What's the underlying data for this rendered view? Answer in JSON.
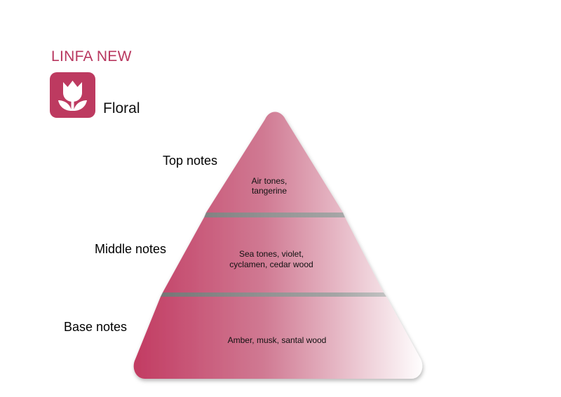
{
  "brand": {
    "name": "LINFA NEW"
  },
  "category": {
    "label": "Floral",
    "icon": "tulip-icon"
  },
  "tiers": {
    "top": {
      "label": "Top notes",
      "notes": [
        "Air tones,",
        "tangerine"
      ]
    },
    "middle": {
      "label": "Middle notes",
      "notes": [
        "Sea tones, violet,",
        "cyclamen, cedar wood"
      ]
    },
    "base": {
      "label": "Base notes",
      "notes": [
        "Amber, musk, santal wood"
      ]
    }
  },
  "colors": {
    "accent": "#bd3a60",
    "gradient_start": "#c23b62",
    "gradient_mid": "#d58a9e",
    "gradient_end": "#ffffff",
    "separator": "#8f8f8f"
  }
}
